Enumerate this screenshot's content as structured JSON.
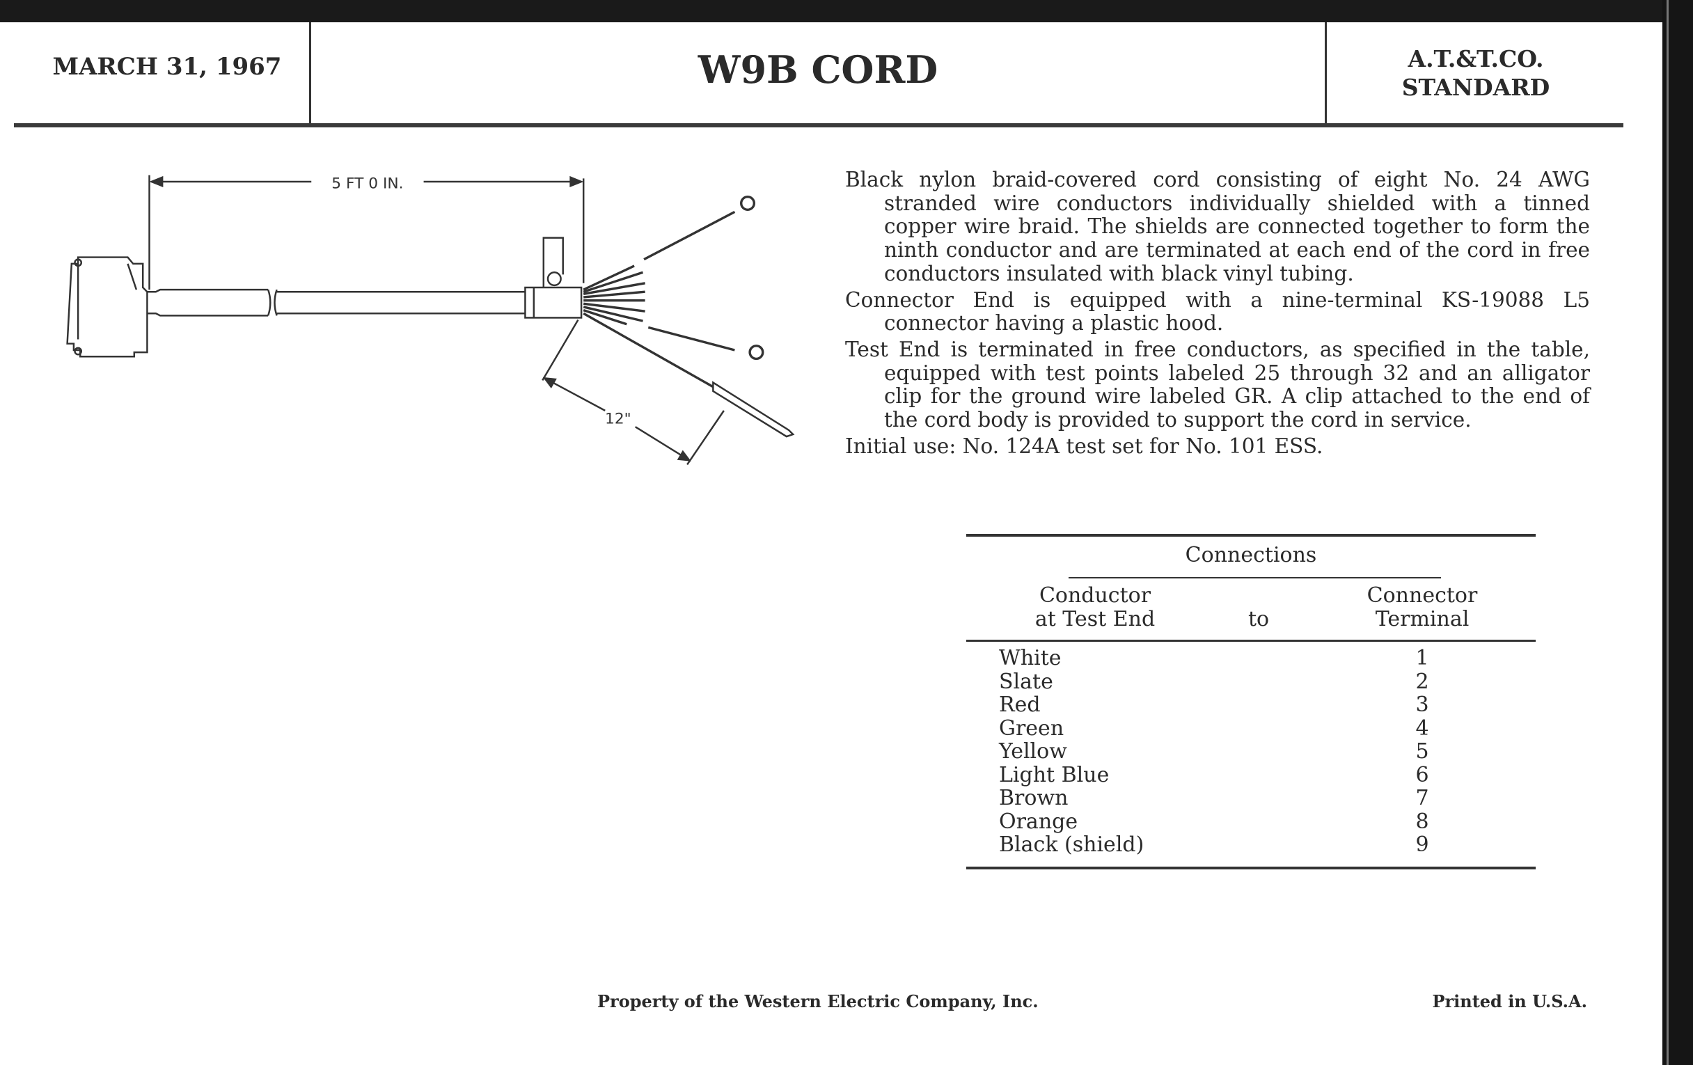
{
  "header": {
    "date": "MARCH 31, 1967",
    "title": "W9B CORD",
    "standard_line1": "A.T.&T.CO.",
    "standard_line2": "STANDARD"
  },
  "drawing": {
    "length_label": "5 FT 0 IN.",
    "lead_length_label": "12\""
  },
  "description": [
    "Black nylon braid-covered cord consisting of eight No. 24 AWG stranded wire conductors individually shielded with a tinned copper wire braid. The shields are connected together to form the ninth conductor and are terminated at each end of the cord in free conductors insulated with black vinyl tubing.",
    "Connector End is equipped with a nine-terminal KS-19088 L5 connector having a plastic hood.",
    "Test End is terminated in free conductors, as specified in the table, equipped with test points labeled 25 through 32 and an alligator clip for the ground wire labeled GR. A clip attached to the end of the cord body is provided to support the cord in service.",
    "Initial use: No. 124A test set for No. 101 ESS."
  ],
  "table": {
    "title": "Connections",
    "col1_line1": "Conductor",
    "col1_line2": "at Test End",
    "col2": "to",
    "col3_line1": "Connector",
    "col3_line2": "Terminal",
    "rows": [
      {
        "conductor": "White",
        "terminal": "1"
      },
      {
        "conductor": "Slate",
        "terminal": "2"
      },
      {
        "conductor": "Red",
        "terminal": "3"
      },
      {
        "conductor": "Green",
        "terminal": "4"
      },
      {
        "conductor": "Yellow",
        "terminal": "5"
      },
      {
        "conductor": "Light Blue",
        "terminal": "6"
      },
      {
        "conductor": "Brown",
        "terminal": "7"
      },
      {
        "conductor": "Orange",
        "terminal": "8"
      },
      {
        "conductor": "Black (shield)",
        "terminal": "9"
      }
    ]
  },
  "footer": {
    "property": "Property of the Western Electric Company, Inc.",
    "printed": "Printed in U.S.A."
  }
}
